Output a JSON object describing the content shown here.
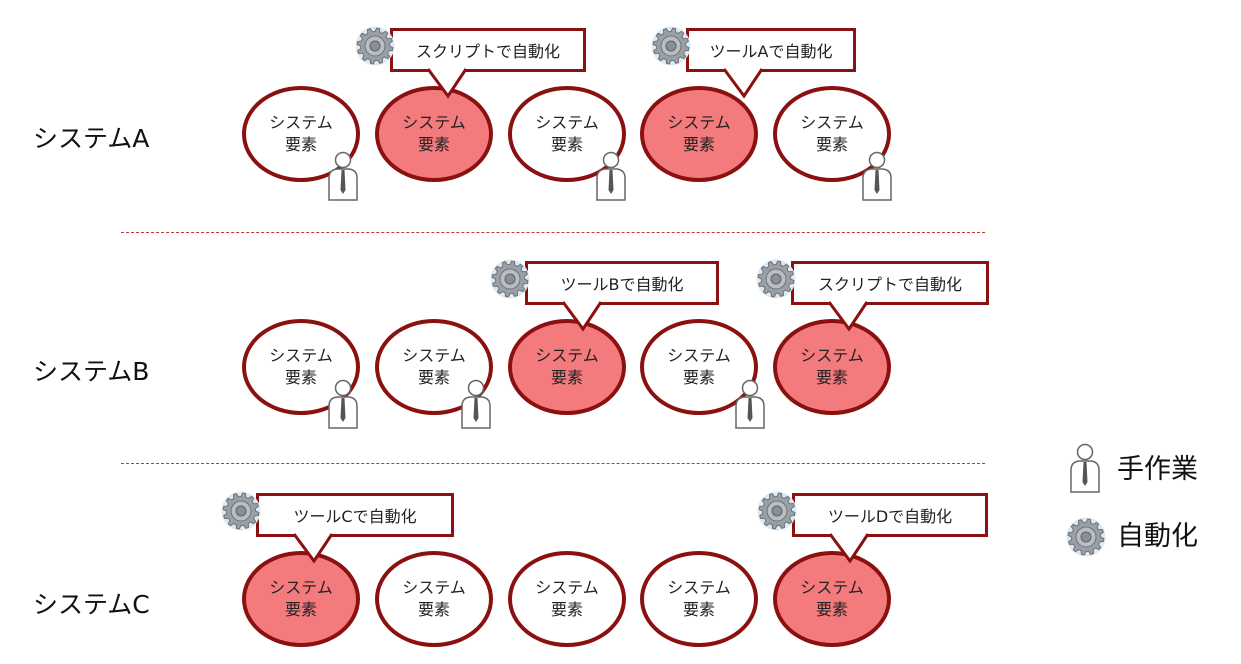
{
  "systems": [
    {
      "label": "システムA",
      "elements": [
        {
          "line1": "システム",
          "line2": "要素",
          "mode": "manual"
        },
        {
          "line1": "システム",
          "line2": "要素",
          "mode": "auto",
          "callout": "スクリプトで自動化"
        },
        {
          "line1": "システム",
          "line2": "要素",
          "mode": "manual"
        },
        {
          "line1": "システム",
          "line2": "要素",
          "mode": "auto",
          "callout": "ツールAで自動化"
        },
        {
          "line1": "システム",
          "line2": "要素",
          "mode": "manual"
        }
      ]
    },
    {
      "label": "システムB",
      "elements": [
        {
          "line1": "システム",
          "line2": "要素",
          "mode": "manual"
        },
        {
          "line1": "システム",
          "line2": "要素",
          "mode": "manual"
        },
        {
          "line1": "システム",
          "line2": "要素",
          "mode": "auto",
          "callout": "ツールBで自動化"
        },
        {
          "line1": "システム",
          "line2": "要素",
          "mode": "manual"
        },
        {
          "line1": "システム",
          "line2": "要素",
          "mode": "auto",
          "callout": "スクリプトで自動化"
        }
      ]
    },
    {
      "label": "システムC",
      "elements": [
        {
          "line1": "システム",
          "line2": "要素",
          "mode": "auto",
          "callout": "ツールCで自動化"
        },
        {
          "line1": "システム",
          "line2": "要素",
          "mode": "plain"
        },
        {
          "line1": "システム",
          "line2": "要素",
          "mode": "plain"
        },
        {
          "line1": "システム",
          "line2": "要素",
          "mode": "plain"
        },
        {
          "line1": "システム",
          "line2": "要素",
          "mode": "auto",
          "callout": "ツールDで自動化"
        }
      ]
    }
  ],
  "legend": {
    "manual_label": "手作業",
    "auto_label": "自動化",
    "manual_icon": "person-icon",
    "auto_icon": "gear-icon"
  },
  "colors": {
    "auto_fill": "#f47b7d",
    "border": "#8b1010",
    "divider": "#c0392b"
  }
}
